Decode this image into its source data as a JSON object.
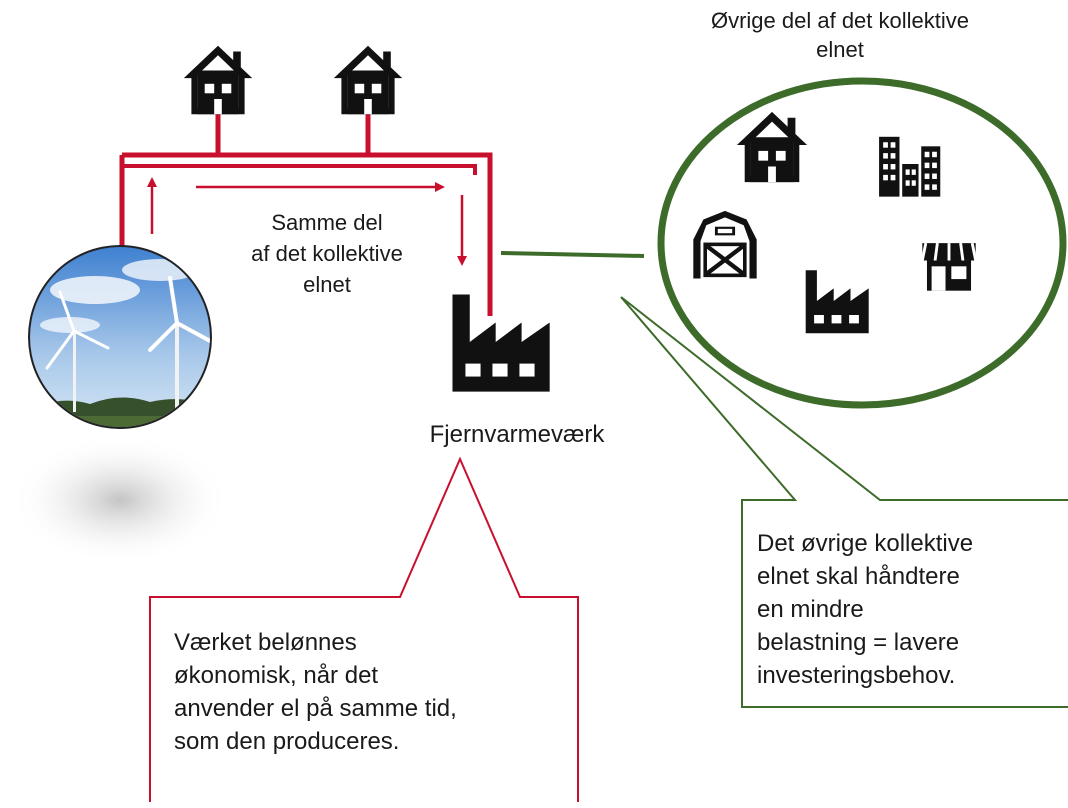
{
  "region": {
    "title": "Øvrige del af det kollektive\nelnet"
  },
  "shared_grid": {
    "label": "Samme del\naf det kollektive\nelnet"
  },
  "plant": {
    "label": "Fjernvarmeværk"
  },
  "callouts": {
    "reward": "Værket belønnes\nøkonomisk, når det\nanvender el på samme tid,\nsom den produceres.",
    "grid": "Det øvrige kollektive\nelnet skal håndtere\nen mindre\nbelastning = lavere\ninvesteringsbehov."
  },
  "icons": {
    "houses": [
      "house-icon",
      "house-icon"
    ],
    "wind": "wind-turbine-photo",
    "plant": "factory-icon",
    "region": [
      "house-icon",
      "office-building-icon",
      "barn-icon",
      "shop-icon",
      "factory-icon"
    ]
  },
  "colors": {
    "shared_line": "#c8102e",
    "region_line": "#3d6b2a",
    "icon": "#111111",
    "text": "#1a1a1a"
  }
}
